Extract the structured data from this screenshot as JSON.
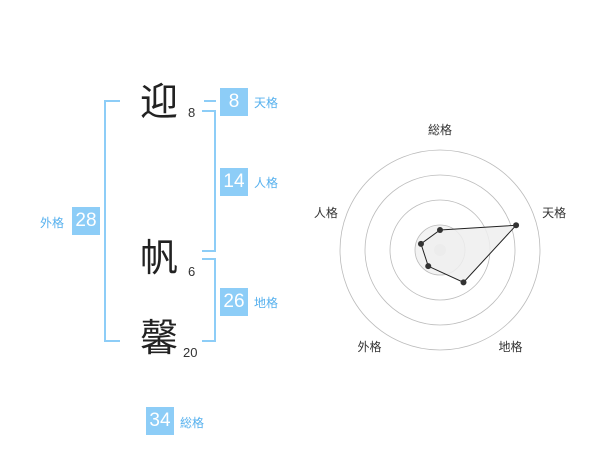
{
  "name": {
    "chars": [
      {
        "char": "迎",
        "strokes": "8"
      },
      {
        "char": "帆",
        "strokes": "6"
      },
      {
        "char": "馨",
        "strokes": "20"
      }
    ]
  },
  "kaku": {
    "tenkaku": {
      "value": "8",
      "label": "天格"
    },
    "jinkaku": {
      "value": "14",
      "label": "人格"
    },
    "chikaku": {
      "value": "26",
      "label": "地格"
    },
    "gaikaku": {
      "value": "28",
      "label": "外格"
    },
    "soukaku": {
      "value": "34",
      "label": "総格"
    }
  },
  "colors": {
    "accent": "#8dcdf7",
    "label": "#55b0ee",
    "text": "#222222"
  },
  "chart_data": {
    "type": "radar",
    "axes": [
      "総格",
      "天格",
      "地格",
      "外格",
      "人格"
    ],
    "values": [
      1,
      4,
      2,
      1,
      1
    ],
    "rmax": 5,
    "rings": 4,
    "grid": true
  }
}
